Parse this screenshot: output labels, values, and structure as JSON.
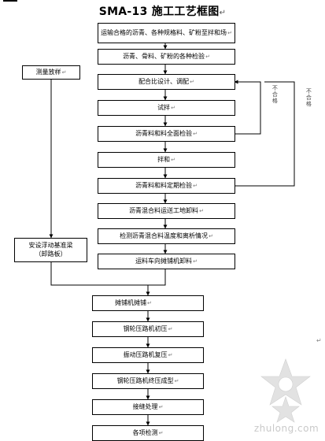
{
  "title": "SMA-13 施工工艺框图",
  "title_mark": "↵",
  "return_mark": "↵",
  "boxes": {
    "b1": "运输合格的沥青、各种规格料、矿粉至拌和场",
    "b2": "沥青、骨料、矿粉的各种检验",
    "b3": "配合比设计、调配",
    "b4": "试拌",
    "b5": "沥青料和料全面检验",
    "b6": "拌和",
    "b7": "沥青料和料定期检验",
    "b8": "沥青混合料运送工地卸料",
    "b9": "检测沥青混合料温度和离析情况",
    "b10": "运料车向摊铺机卸料",
    "b11": "摊铺机摊铺",
    "b12": "钢轮压路机初压",
    "b13": "振动压路机复压",
    "b14": "钢轮压路机终压成型",
    "b15": "接缝处理",
    "b16": "各项检测",
    "side1": "测量放样",
    "side2_line1": "安设浮动基准梁",
    "side2_line2": "（卸路板）"
  },
  "notes": {
    "inner": "不合格",
    "outer": "不合格"
  },
  "watermark": {
    "text": "zhulong.com"
  },
  "corner_mark": "↵"
}
